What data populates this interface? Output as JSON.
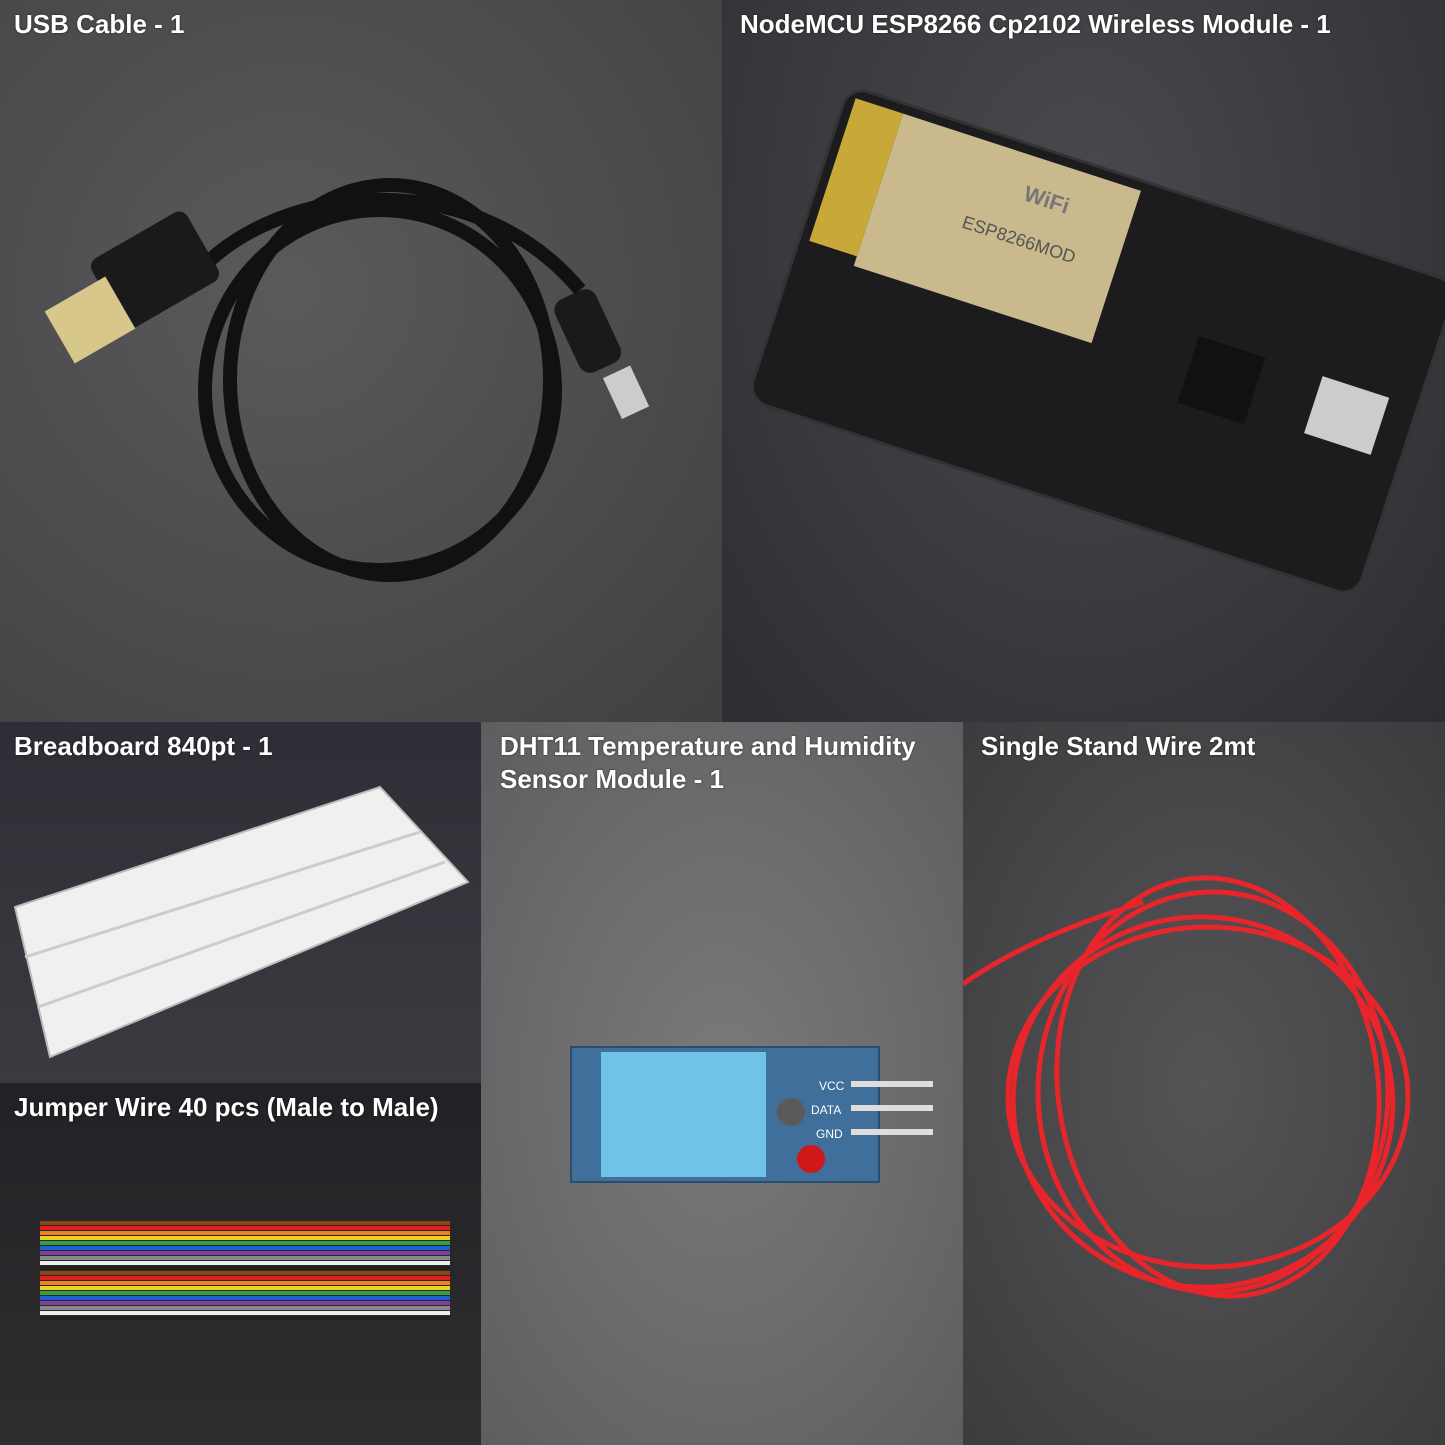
{
  "panels": {
    "usb_cable": {
      "label": "USB Cable - 1"
    },
    "nodemcu": {
      "label": "NodeMCU ESP8266 Cp2102 Wireless Module - 1",
      "chip_text": "ESP8266MOD",
      "wifi_text": "WiFi"
    },
    "breadboard": {
      "label": "Breadboard 840pt - 1"
    },
    "jumper_wire": {
      "label": "Jumper Wire 40 pcs (Male to Male)"
    },
    "dht11": {
      "label_line1": "DHT11 Temperature and Humidity",
      "label_line2": "Sensor Module - 1",
      "pins": [
        "VCC",
        "DATA",
        "GND"
      ]
    },
    "single_wire": {
      "label": "Single Stand Wire 2mt"
    }
  },
  "colors": {
    "wire_red": "#e8252a",
    "sensor_blue": "#6fc3e6",
    "board_black": "#1c1c1e"
  }
}
